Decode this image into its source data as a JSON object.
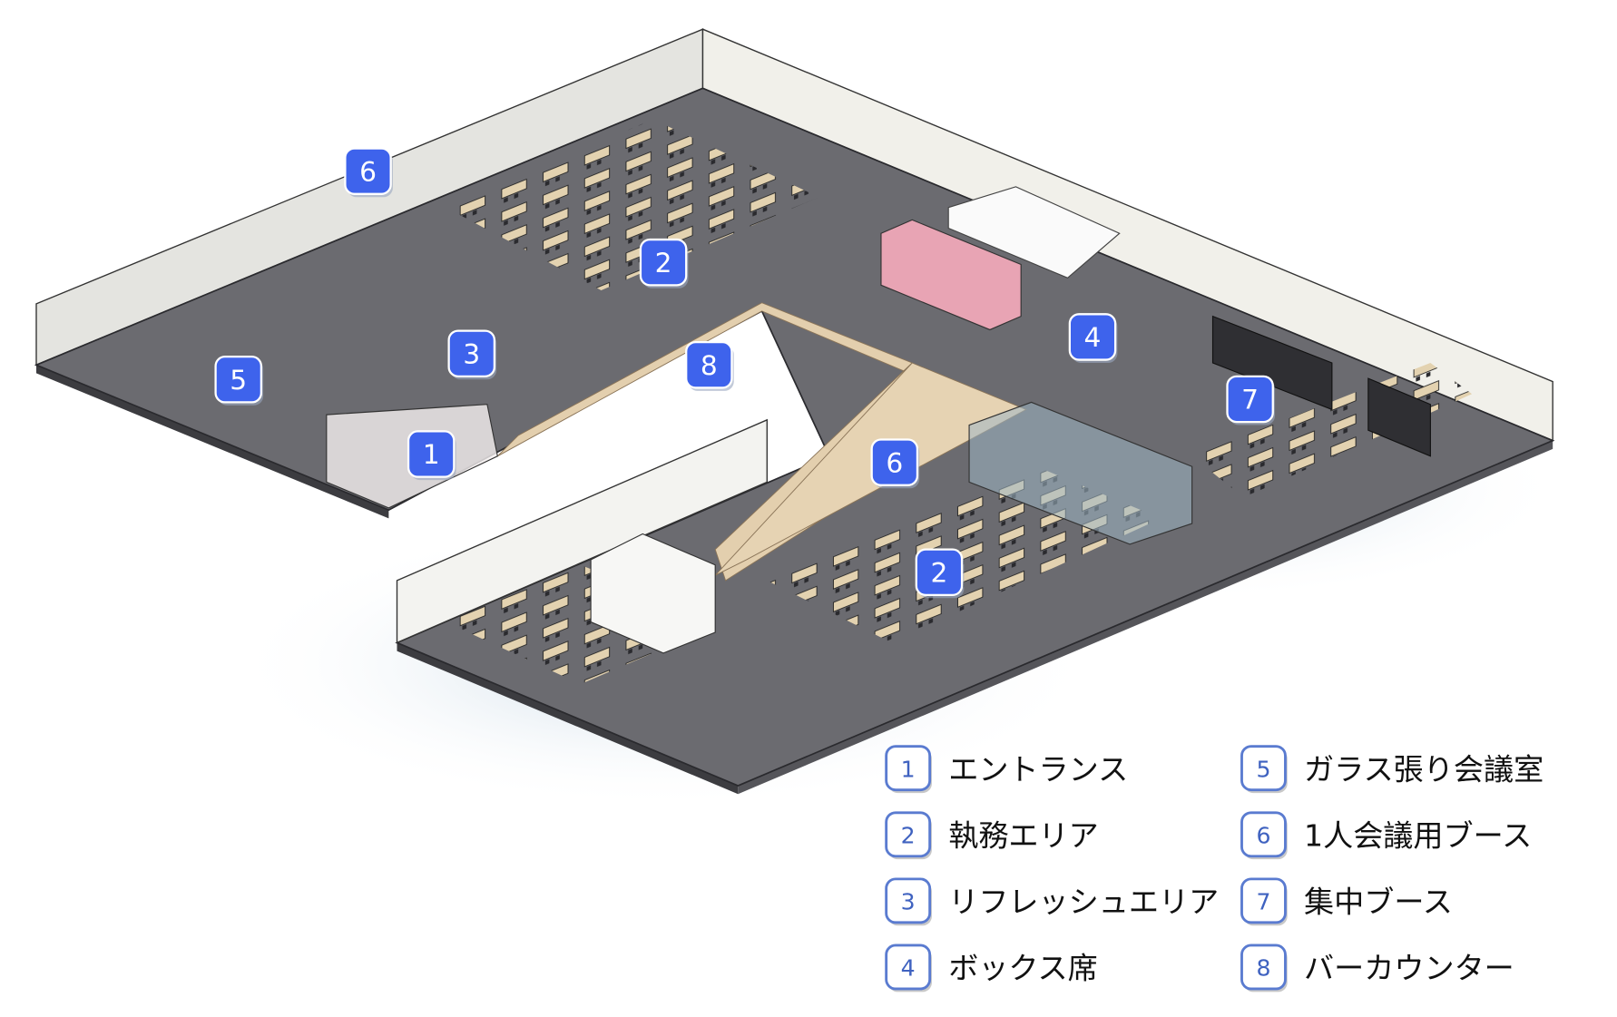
{
  "colors": {
    "marker": "#3e63ec",
    "legend_border": "#5a7bd0",
    "floor": "#6b6b70",
    "wall": "#eeeeea",
    "wood": "#e3cfae"
  },
  "markers": [
    {
      "num": "6",
      "area": "1人会議用ブース"
    },
    {
      "num": "2",
      "area": "執務エリア"
    },
    {
      "num": "3",
      "area": "リフレッシュエリア"
    },
    {
      "num": "5",
      "area": "ガラス張り会議室"
    },
    {
      "num": "1",
      "area": "エントランス"
    },
    {
      "num": "8",
      "area": "バーカウンター"
    },
    {
      "num": "4",
      "area": "ボックス席"
    },
    {
      "num": "7",
      "area": "集中ブース"
    },
    {
      "num": "6",
      "area": "1人会議用ブース"
    },
    {
      "num": "2",
      "area": "執務エリア"
    }
  ],
  "legend": [
    {
      "num": "1",
      "label": "エントランス"
    },
    {
      "num": "2",
      "label": "執務エリア"
    },
    {
      "num": "3",
      "label": "リフレッシュエリア"
    },
    {
      "num": "4",
      "label": "ボックス席"
    },
    {
      "num": "5",
      "label": "ガラス張り会議室"
    },
    {
      "num": "6",
      "label": "1人会議用ブース"
    },
    {
      "num": "7",
      "label": "集中ブース"
    },
    {
      "num": "8",
      "label": "バーカウンター"
    }
  ]
}
